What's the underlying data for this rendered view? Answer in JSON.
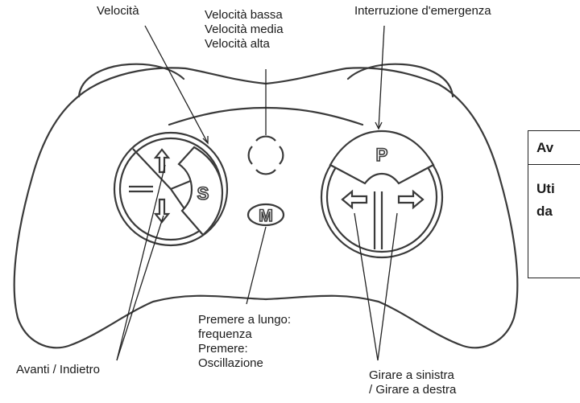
{
  "labels": {
    "speed": "Velocità",
    "speed_levels": [
      "Velocità bassa",
      "Velocità media",
      "Velocità alta"
    ],
    "emergency_stop": "Interruzione d'emergenza",
    "forward_back": "Avanti / Indietro",
    "mode": [
      "Premere a lungo:",
      "frequenza",
      "Premere:",
      "Oscillazione"
    ],
    "turn": [
      "Girare a sinistra",
      "/ Girare a destra"
    ]
  },
  "buttons": {
    "s_key": "S",
    "p_key": "P",
    "m_key": "M"
  },
  "notice": {
    "header": "Av",
    "body": [
      "Uti",
      "da"
    ]
  }
}
